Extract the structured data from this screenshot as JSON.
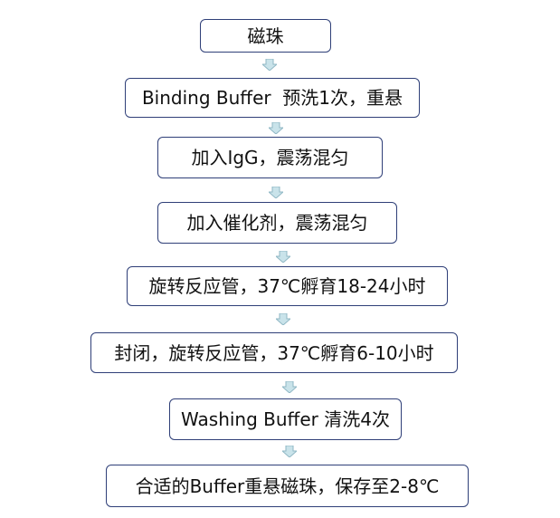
{
  "flowchart": {
    "steps": [
      {
        "label": "磁珠"
      },
      {
        "label": "Binding Buffer  预洗1次，重悬"
      },
      {
        "label": "加入IgG，震荡混匀"
      },
      {
        "label": "加入催化剂，震荡混匀"
      },
      {
        "label": "旋转反应管，37℃孵育18-24小时"
      },
      {
        "label": "封闭，旋转反应管，37℃孵育6-10小时"
      },
      {
        "label": "Washing Buffer 清洗4次"
      },
      {
        "label": "合适的Buffer重悬磁珠，保存至2-8℃"
      }
    ]
  },
  "colors": {
    "box_border": "#2f3f78",
    "arrow_fill": "#c9e3ea",
    "arrow_stroke": "#8fb7c4"
  }
}
